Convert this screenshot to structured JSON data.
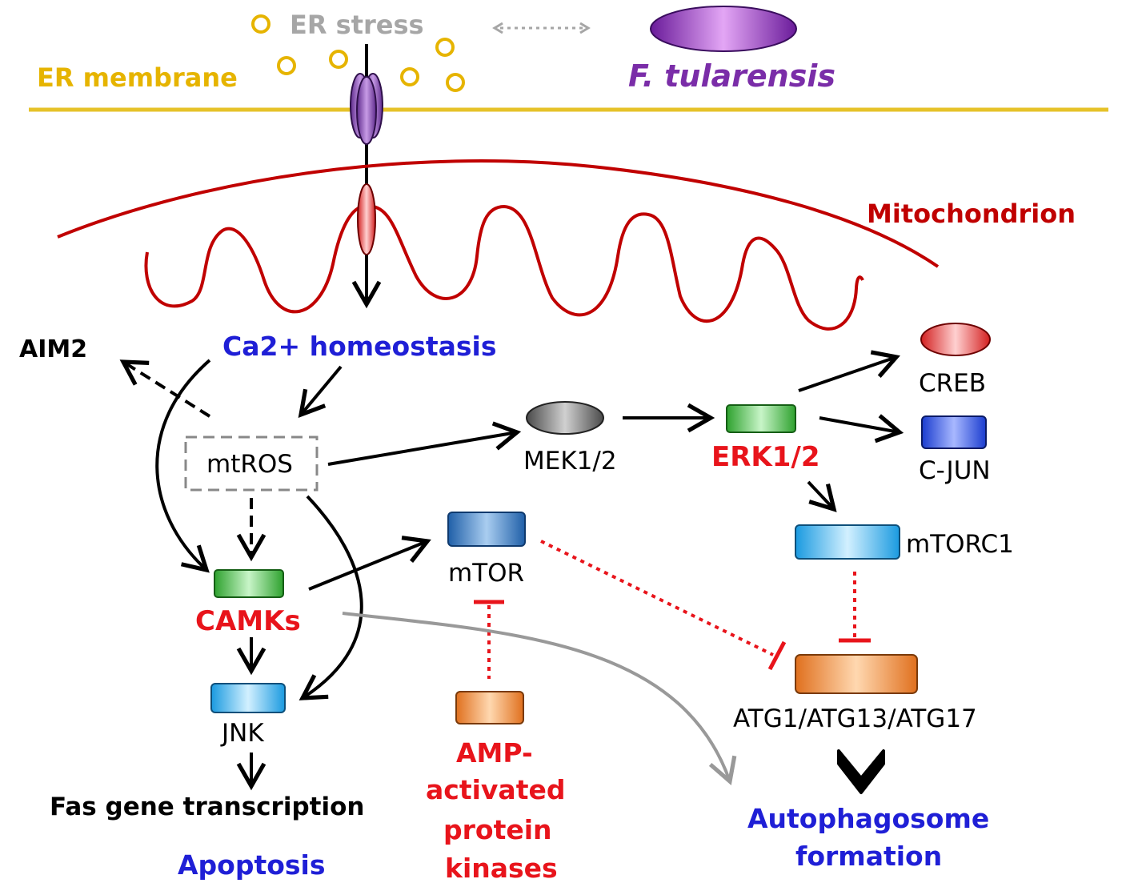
{
  "labels": {
    "er_stress": "ER stress",
    "er_membrane": "ER membrane",
    "f_tularensis": "F. tularensis",
    "mitochondrion": "Mitochondrion",
    "ca_homeostasis": "Ca2+ homeostasis",
    "aim2": "AIM2",
    "mtros": "mtROS",
    "mek": "MEK1/2",
    "erk": "ERK1/2",
    "creb": "CREB",
    "cjun": "C-JUN",
    "mtorc1": "mTORC1",
    "mtor": "mTOR",
    "camks": "CAMKs",
    "jnk": "JNK",
    "fas": "Fas gene transcription",
    "apoptosis": "Apoptosis",
    "ampk_line1": "AMP-",
    "ampk_line2": "activated",
    "ampk_line3": "protein",
    "ampk_line4": "kinases",
    "atg": "ATG1/ATG13/ATG17",
    "autophagosome_line1": "Autophagosome",
    "autophagosome_line2": "formation"
  },
  "colors": {
    "er_yellow": "#E6C229",
    "mito_red": "#C00000",
    "label_red": "#E8141B",
    "label_blue": "#1F1FD6",
    "purple": "#7A2DA8",
    "grey": "#A6A6A6",
    "black": "#000000"
  }
}
